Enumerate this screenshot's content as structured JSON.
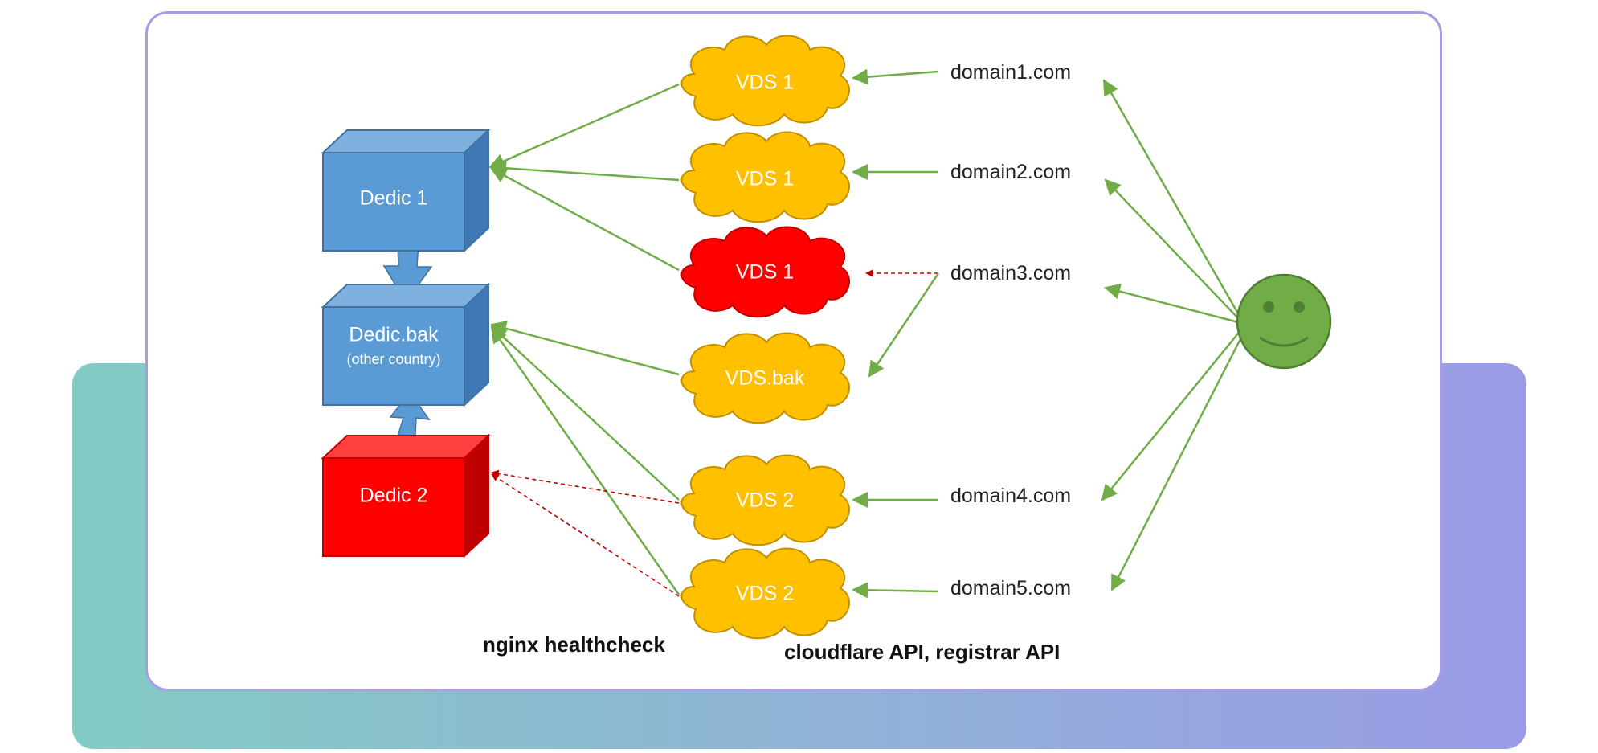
{
  "colors": {
    "dedic_blue": "#5b9bd5",
    "dedic_red": "#ff0000",
    "vds_yellow": "#ffc000",
    "vds_red": "#ff0000",
    "arrow_green": "#70ad47",
    "arrow_red_dashed": "#c00000",
    "arrow_blue": "#5b9bd5",
    "smiley_green": "#70ad47",
    "card_border": "#a99ae6"
  },
  "diagram": {
    "dedics": [
      {
        "label": "Dedic 1",
        "sublabel": "",
        "status": "active",
        "color": "blue"
      },
      {
        "label": "Dedic.bak",
        "sublabel": "(other country)",
        "status": "backup",
        "color": "blue"
      },
      {
        "label": "Dedic 2",
        "sublabel": "",
        "status": "failed",
        "color": "red"
      }
    ],
    "vds": [
      {
        "label": "VDS 1",
        "status": "ok"
      },
      {
        "label": "VDS 1",
        "status": "ok"
      },
      {
        "label": "VDS 1",
        "status": "failed"
      },
      {
        "label": "VDS.bak",
        "status": "backup"
      },
      {
        "label": "VDS 2",
        "status": "ok"
      },
      {
        "label": "VDS 2",
        "status": "ok"
      }
    ],
    "domains": [
      "domain1.com",
      "domain2.com",
      "domain3.com",
      "domain4.com",
      "domain5.com"
    ],
    "user_icon": "smiley-face-icon",
    "captions": {
      "left": "nginx healthcheck",
      "right": "cloudflare API, registrar API"
    },
    "connections": [
      {
        "from": "domain1.com",
        "to": "VDS 1 (top)",
        "style": "solid"
      },
      {
        "from": "domain2.com",
        "to": "VDS 1 (second)",
        "style": "solid"
      },
      {
        "from": "domain3.com",
        "to": "VDS 1 (failed)",
        "style": "dashed"
      },
      {
        "from": "domain3.com",
        "to": "VDS.bak",
        "style": "solid"
      },
      {
        "from": "domain4.com",
        "to": "VDS 2 (top)",
        "style": "solid"
      },
      {
        "from": "domain5.com",
        "to": "VDS 2 (bottom)",
        "style": "solid"
      },
      {
        "from": "VDS 1",
        "to": "Dedic 1",
        "style": "solid"
      },
      {
        "from": "VDS.bak",
        "to": "Dedic.bak",
        "style": "solid"
      },
      {
        "from": "VDS 2",
        "to": "Dedic.bak",
        "style": "solid"
      },
      {
        "from": "VDS 2",
        "to": "Dedic 2",
        "style": "dashed"
      },
      {
        "from": "Dedic 1",
        "to": "Dedic.bak",
        "style": "block-arrow"
      },
      {
        "from": "Dedic 2",
        "to": "Dedic.bak",
        "style": "block-arrow"
      },
      {
        "from": "user",
        "to": "domain1.com..domain5.com",
        "style": "solid"
      }
    ]
  }
}
